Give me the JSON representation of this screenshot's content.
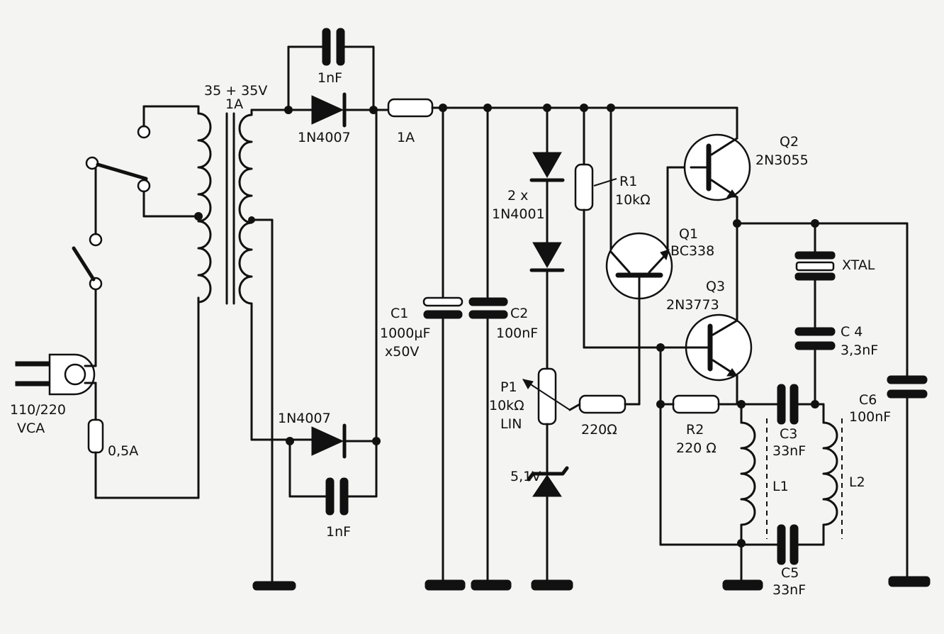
{
  "labels": {
    "transformer": "35 + 35V",
    "transformer_current": "1A",
    "cap_top": "1nF",
    "diode_top": "1N4007",
    "fuse_main": "1A",
    "diode_bottom": "1N4007",
    "cap_bottom": "1nF",
    "mains": "110/220",
    "mains_unit": "VCA",
    "fuse_input": "0,5A",
    "c1_name": "C1",
    "c1_value": "1000µF",
    "c1_voltage": "x50V",
    "c2_name": "C2",
    "c2_value": "100nF",
    "diodes_count": "2 x",
    "diodes_type": "1N4001",
    "zener": "5,1V",
    "p1_name": "P1",
    "p1_value": "10kΩ",
    "p1_taper": "LIN",
    "r_base": "220Ω",
    "r1_name": "R1",
    "r1_value": "10kΩ",
    "q1_name": "Q1",
    "q1_type": "BC338",
    "q2_name": "Q2",
    "q2_type": "2N3055",
    "q3_name": "Q3",
    "q3_type": "2N3773",
    "r2_name": "R2",
    "r2_value": "220 Ω",
    "xtal": "XTAL",
    "c4_name": "C 4",
    "c4_value": "3,3nF",
    "c3_name": "C3",
    "c3_value": "33nF",
    "l1": "L1",
    "l2": "L2",
    "c5_name": "C5",
    "c5_value": "33nF",
    "c6_name": "C6",
    "c6_value": "100nF"
  }
}
